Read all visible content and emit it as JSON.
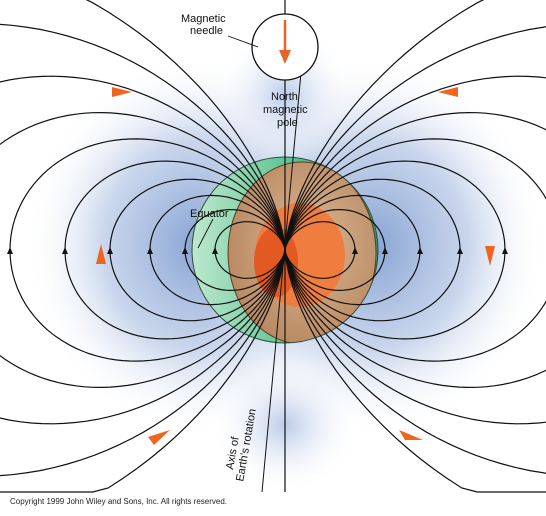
{
  "labels": {
    "needle_line1": "Magnetic",
    "needle_line2": "needle",
    "pole_line1": "North",
    "pole_line2": "magnetic",
    "pole_line3": "pole",
    "equator": "Equator",
    "axis_line1": "Axis of",
    "axis_line2": "Earth's rotation"
  },
  "copyright": "Copyright 1999 John Wiley and Sons, Inc. All rights reserved.",
  "colors": {
    "field_line": "#111111",
    "field_glow": "#7f9dd0",
    "earth_green": "#4dbf8a",
    "earth_tan": "#c9a27a",
    "earth_core": "#ef7d3f",
    "arrow_orange": "#f0641e",
    "needle_arrow": "#e8632a"
  },
  "icons": [
    "magnetic-needle-icon",
    "field-direction-arrow-icon"
  ]
}
